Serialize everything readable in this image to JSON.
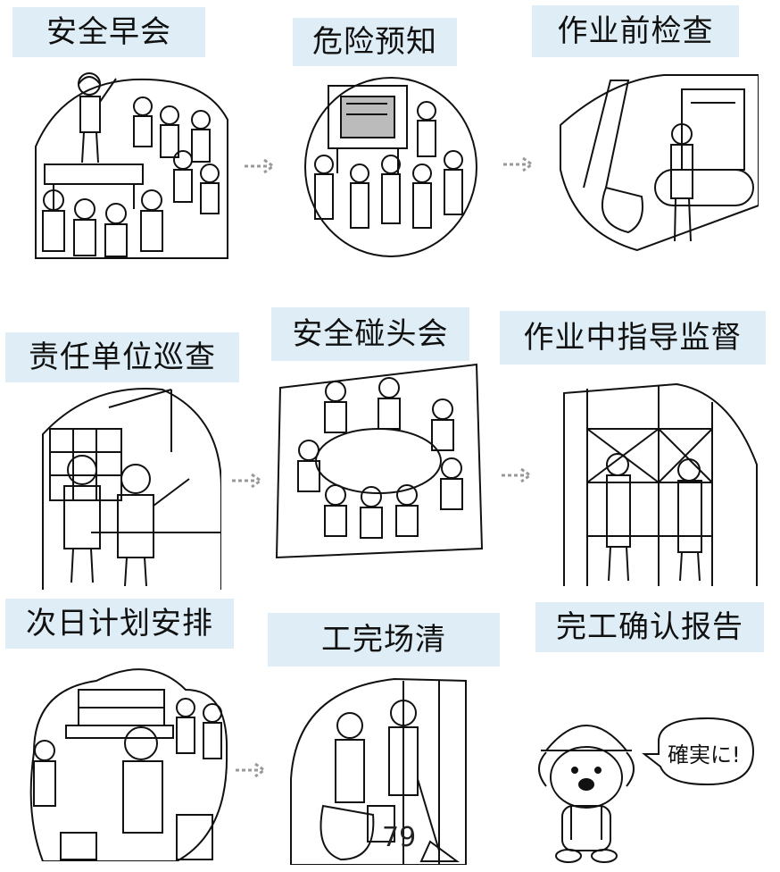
{
  "steps": [
    {
      "label": "安全早会"
    },
    {
      "label": "危险预知"
    },
    {
      "label": "作业前检查"
    },
    {
      "label": "责任单位巡查"
    },
    {
      "label": "安全碰头会"
    },
    {
      "label": "作业中指导监督"
    },
    {
      "label": "次日计划安排"
    },
    {
      "label": "工完场清"
    },
    {
      "label": "完工确认报告"
    }
  ],
  "speech_bubble": "確実に!",
  "page_number": "79"
}
